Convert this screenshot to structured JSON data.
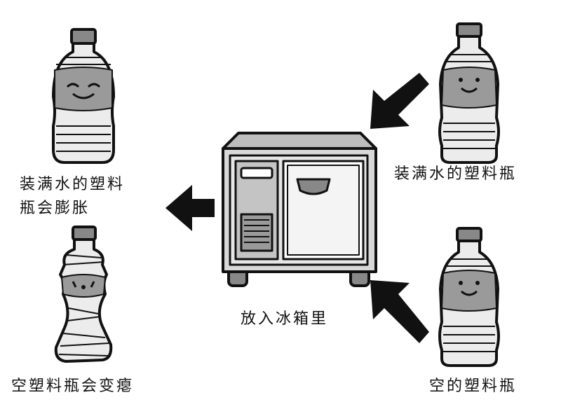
{
  "labels": {
    "full_bottle_in": "装满水的塑料瓶",
    "empty_bottle_in": "空的塑料瓶",
    "freezer": "放入冰箱里",
    "full_bottle_out_line1": "装满水的塑料",
    "full_bottle_out_line2": "瓶会膨胀",
    "empty_bottle_out": "空塑料瓶会变瘪"
  },
  "colors": {
    "ink": "#111111",
    "bottle_fill": "#ececec",
    "band": "#9a9a9a",
    "appliance": "#d8d8d8"
  },
  "icons": [
    "bottle-icon",
    "refrigerator-icon",
    "arrow-icon"
  ]
}
